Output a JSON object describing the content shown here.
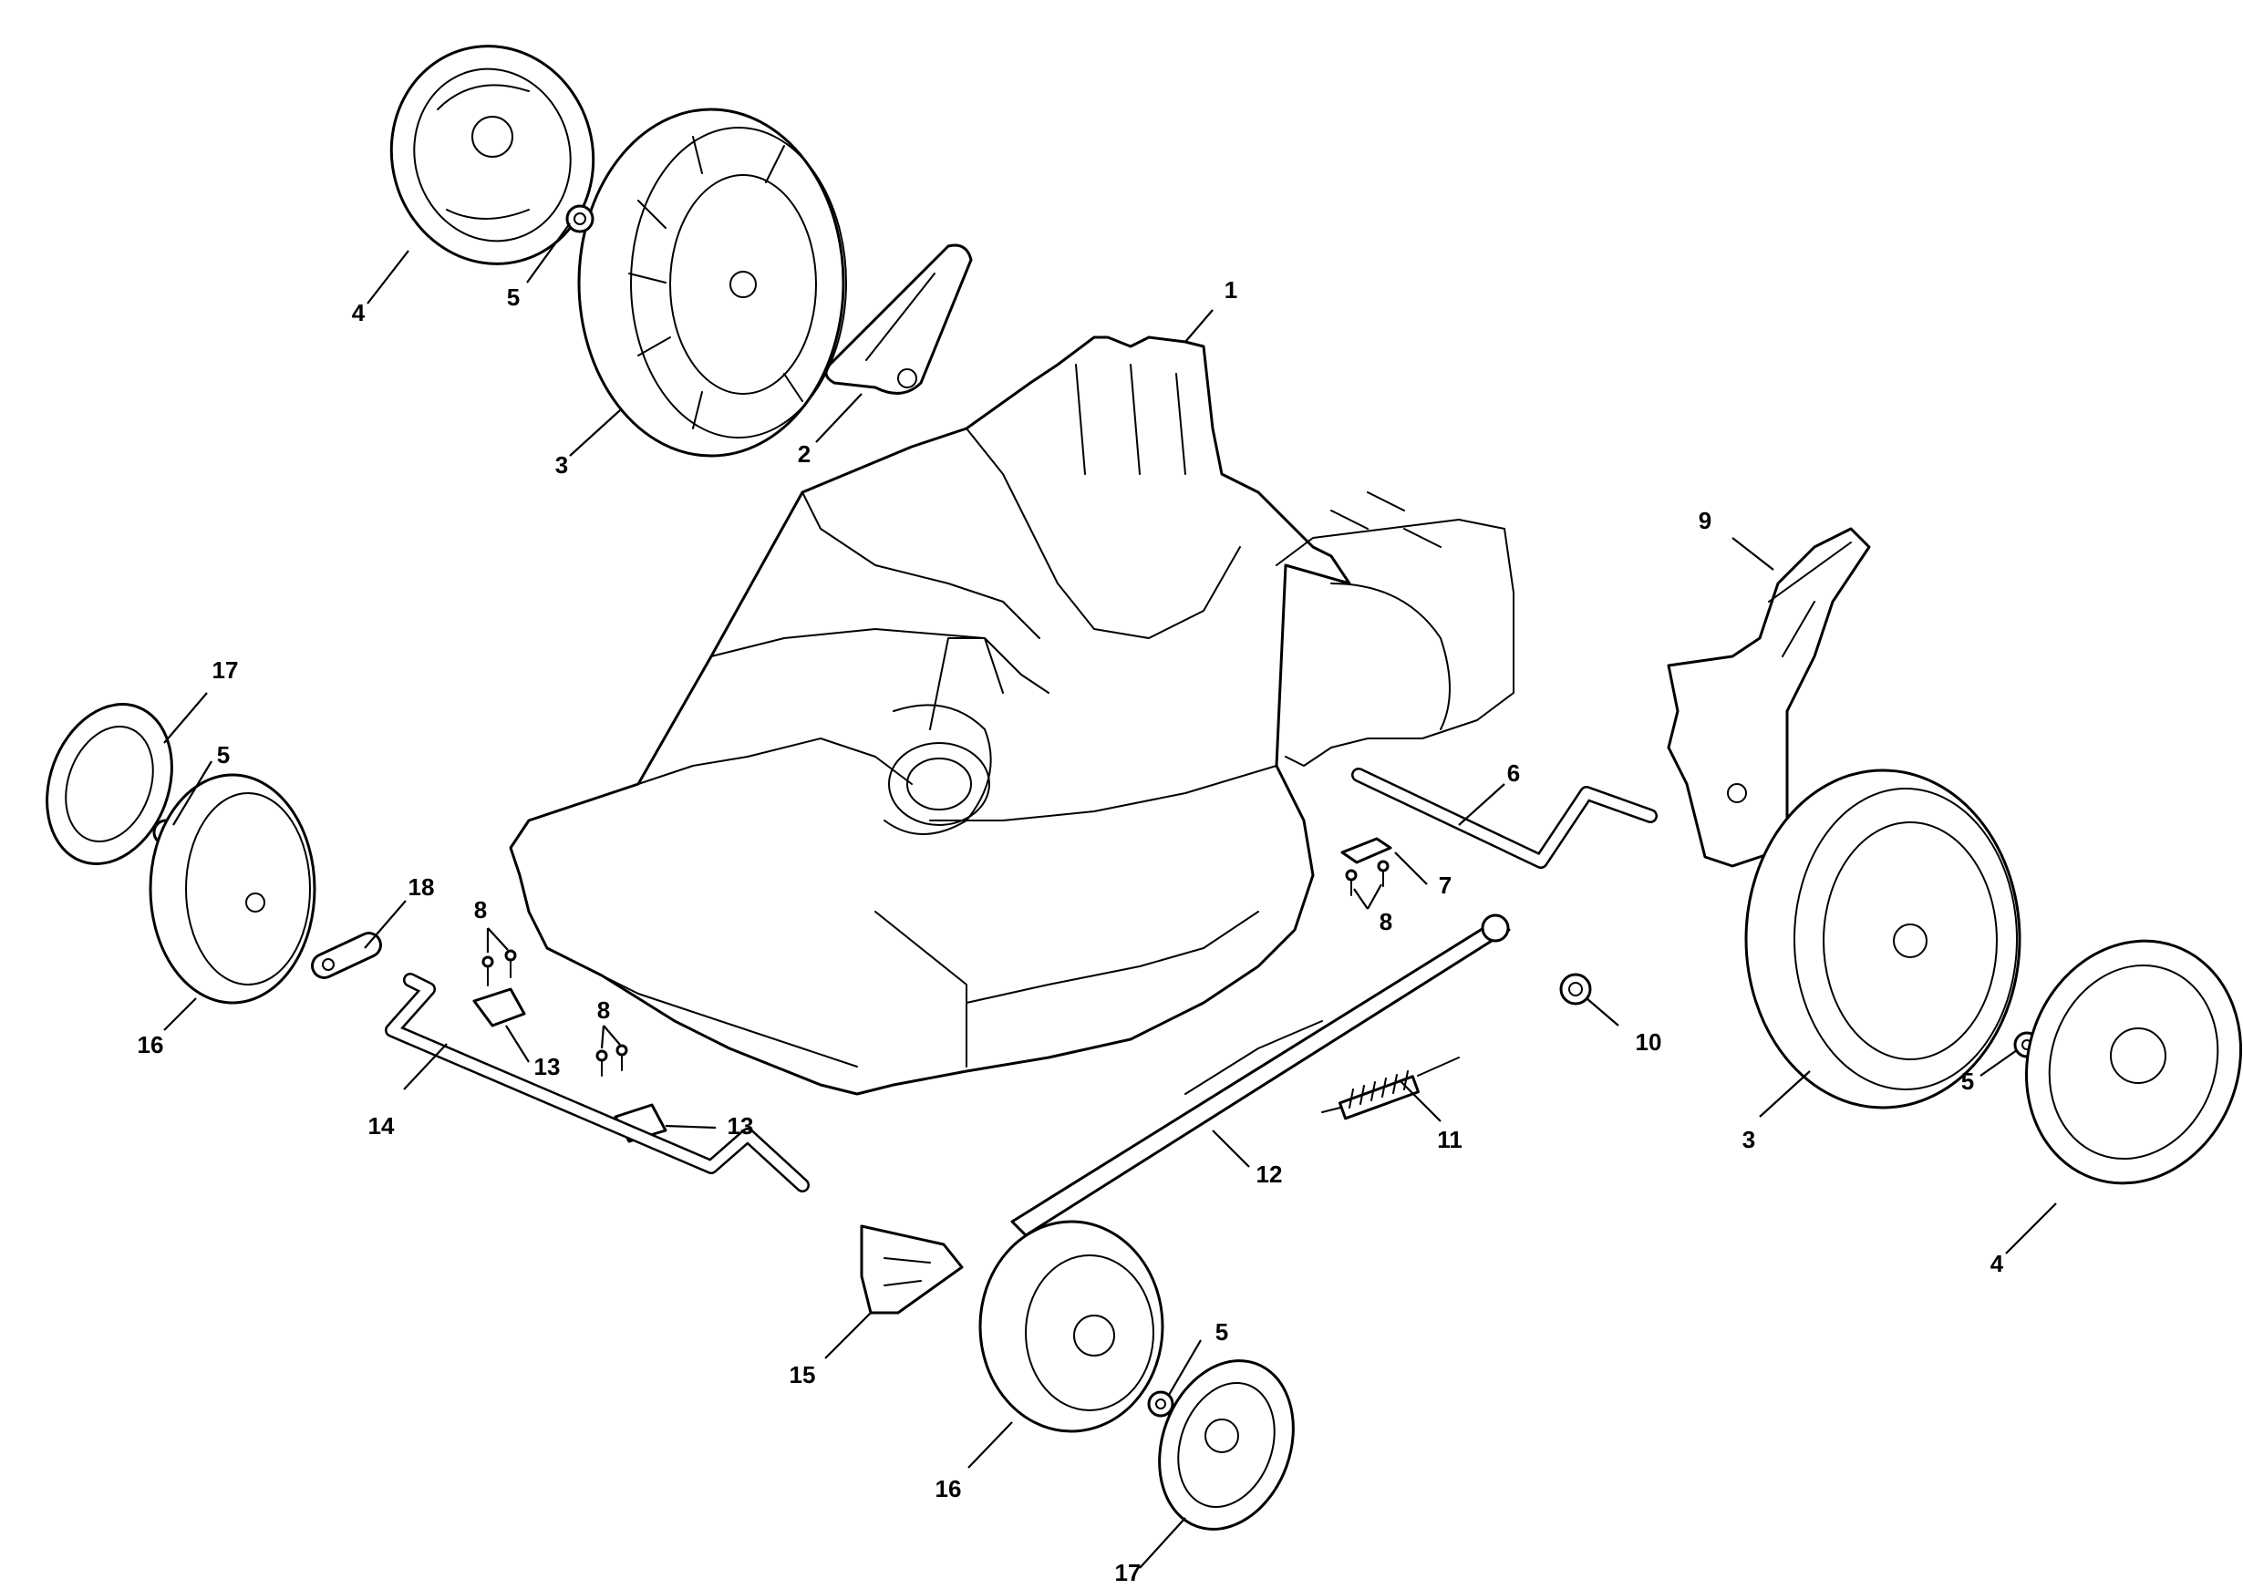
{
  "diagram": {
    "callouts": [
      {
        "id": "c1",
        "label": "1"
      },
      {
        "id": "c2",
        "label": "2"
      },
      {
        "id": "c3a",
        "label": "3"
      },
      {
        "id": "c3b",
        "label": "3"
      },
      {
        "id": "c4a",
        "label": "4"
      },
      {
        "id": "c4b",
        "label": "4"
      },
      {
        "id": "c5a",
        "label": "5"
      },
      {
        "id": "c5b",
        "label": "5"
      },
      {
        "id": "c5c",
        "label": "5"
      },
      {
        "id": "c5d",
        "label": "5"
      },
      {
        "id": "c6",
        "label": "6"
      },
      {
        "id": "c7",
        "label": "7"
      },
      {
        "id": "c8a",
        "label": "8"
      },
      {
        "id": "c8b",
        "label": "8"
      },
      {
        "id": "c8c",
        "label": "8"
      },
      {
        "id": "c9",
        "label": "9"
      },
      {
        "id": "c10",
        "label": "10"
      },
      {
        "id": "c11",
        "label": "11"
      },
      {
        "id": "c12",
        "label": "12"
      },
      {
        "id": "c13a",
        "label": "13"
      },
      {
        "id": "c13b",
        "label": "13"
      },
      {
        "id": "c14",
        "label": "14"
      },
      {
        "id": "c15",
        "label": "15"
      },
      {
        "id": "c16a",
        "label": "16"
      },
      {
        "id": "c16b",
        "label": "16"
      },
      {
        "id": "c17a",
        "label": "17"
      },
      {
        "id": "c17b",
        "label": "17"
      },
      {
        "id": "c18",
        "label": "18"
      }
    ]
  }
}
